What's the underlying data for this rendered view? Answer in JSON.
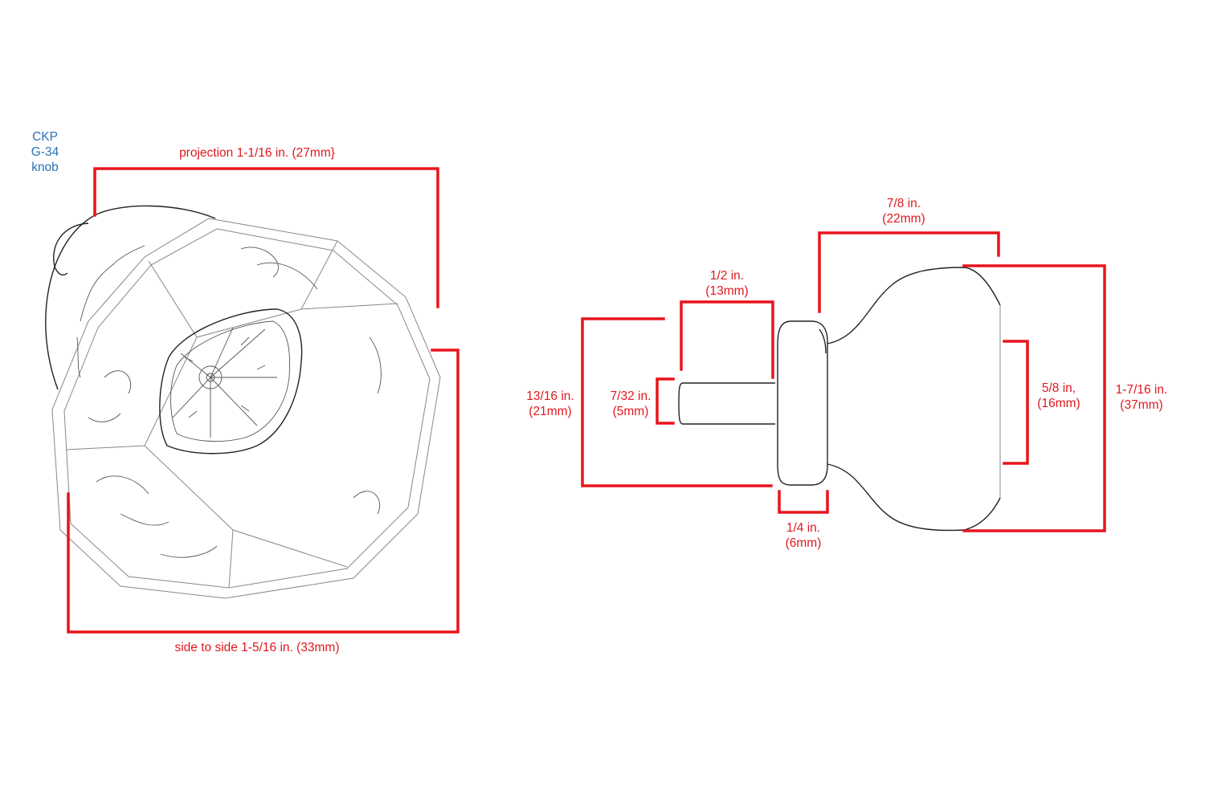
{
  "title": {
    "line1": "CKP",
    "line2": "G-34",
    "line3": "knob"
  },
  "front_view": {
    "projection_label": "projection 1-1/16 in. (27mm}",
    "side_to_side_label": "side to side 1-5/16 in. (33mm)"
  },
  "side_view": {
    "knob_length": {
      "line1": "7/8 in.",
      "line2": "(22mm)"
    },
    "shank_length": {
      "line1": "1/2 in.",
      "line2": "(13mm)"
    },
    "rose_diameter": {
      "line1": "13/16 in.",
      "line2": "(21mm)"
    },
    "shank_diameter": {
      "line1": "7/32 in.",
      "line2": "(5mm)"
    },
    "rose_thickness": {
      "line1": "1/4 in.",
      "line2": "(6mm)"
    },
    "neck_diameter": {
      "line1": "5/8 in,",
      "line2": "(16mm)"
    },
    "knob_diameter": {
      "line1": "1-7/16 in.",
      "line2": "(37mm)"
    }
  },
  "colors": {
    "dimension_lines": "#e8141b",
    "dimension_text": "#e0181e",
    "title_text": "#2a72b5",
    "sketch": "#222222"
  }
}
